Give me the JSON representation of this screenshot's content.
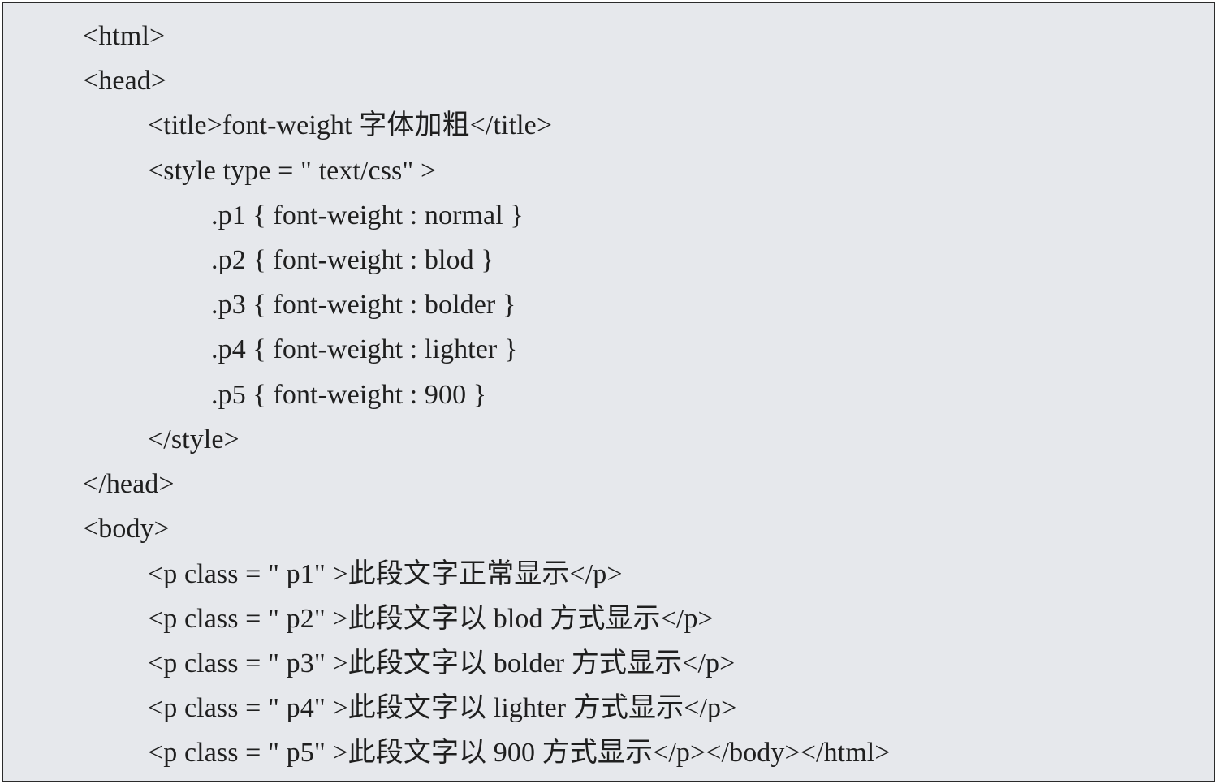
{
  "code_lines": [
    {
      "indent": 0,
      "text": "<html>"
    },
    {
      "indent": 0,
      "text": "<head>"
    },
    {
      "indent": 1,
      "text": "<title>font-weight 字体加粗</title>"
    },
    {
      "indent": 1,
      "text": "<style type = \" text/css\" >"
    },
    {
      "indent": 2,
      "text": ".p1 { font-weight : normal }"
    },
    {
      "indent": 2,
      "text": ".p2 { font-weight : blod }"
    },
    {
      "indent": 2,
      "text": ".p3 { font-weight : bolder }"
    },
    {
      "indent": 2,
      "text": ".p4 { font-weight : lighter }"
    },
    {
      "indent": 2,
      "text": ".p5 { font-weight : 900 }"
    },
    {
      "indent": 1,
      "text": "</style>"
    },
    {
      "indent": 0,
      "text": "</head>"
    },
    {
      "indent": 0,
      "text": "<body>"
    },
    {
      "indent": 1,
      "text": "<p class = \" p1\" >此段文字正常显示</p>"
    },
    {
      "indent": 1,
      "text": "<p class = \" p2\" >此段文字以 blod 方式显示</p>"
    },
    {
      "indent": 1,
      "text": "<p class = \" p3\" >此段文字以 bolder 方式显示</p>"
    },
    {
      "indent": 1,
      "text": "<p class = \" p4\" >此段文字以 lighter 方式显示</p>"
    },
    {
      "indent": 1,
      "text": "<p class = \" p5\" >此段文字以 900 方式显示</p></body></html>"
    }
  ]
}
